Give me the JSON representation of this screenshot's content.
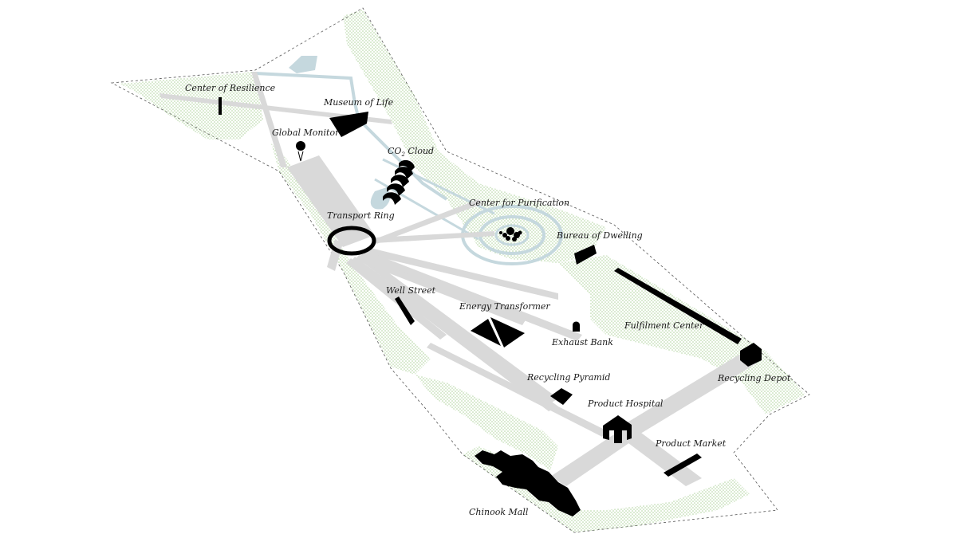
{
  "map": {
    "colors": {
      "boundary": "#555555",
      "green": "#9fc98a",
      "road": "#d9d9d9",
      "water": "#c5d8de",
      "building": "#000000",
      "label": "#1a1a1a"
    },
    "labels": {
      "center_of_resilience": "Center of Resilience",
      "museum_of_life": "Museum of Life",
      "global_monitor": "Global Monitor",
      "co2_cloud_prefix": "CO",
      "co2_cloud_sub": "2",
      "co2_cloud_suffix": " Cloud",
      "center_for_purification": "Center for Purification",
      "transport_ring": "Transport Ring",
      "bureau_of_dwelling": "Bureau of Dwelling",
      "well_street": "Well Street",
      "energy_transformer": "Energy Transformer",
      "fulfilment_center": "Fulfilment Center",
      "exhaust_bank": "Exhaust Bank",
      "recycling_pyramid": "Recycling Pyramid",
      "recycling_depot": "Recycling Depot",
      "product_hospital": "Product Hospital",
      "product_market": "Product Market",
      "chinook_mall": "Chinook Mall"
    }
  }
}
